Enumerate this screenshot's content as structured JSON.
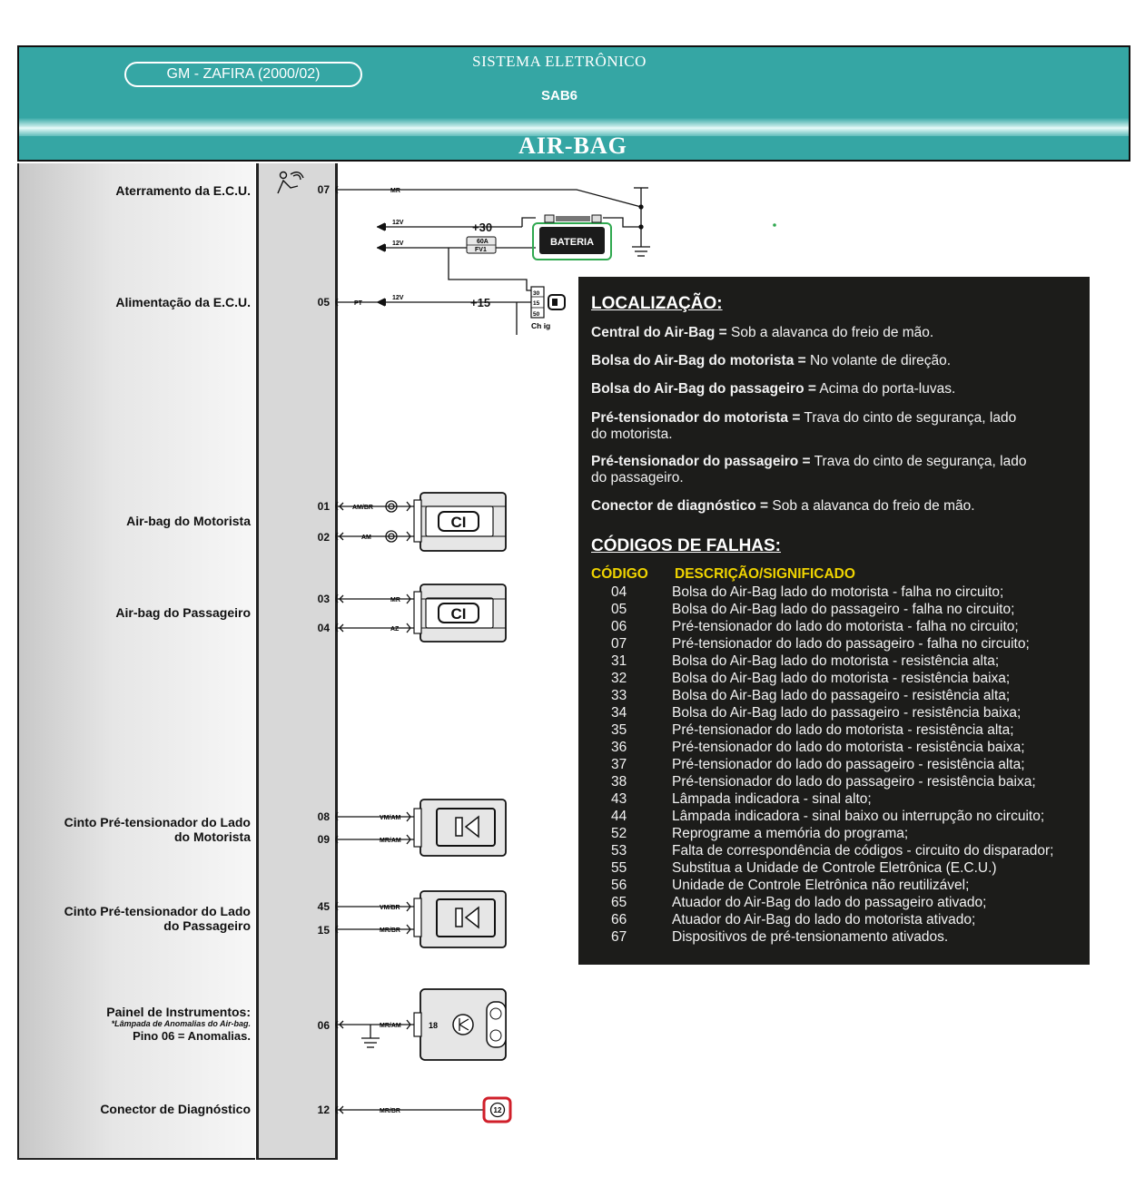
{
  "header": {
    "vehicle": "GM - ZAFIRA (2000/02)",
    "system": "SISTEMA ELETRÔNICO",
    "code": "SAB6",
    "module": "AIR-BAG"
  },
  "circuits": [
    {
      "label": [
        "Aterramento da E.C.U."
      ],
      "pins": [
        "07"
      ]
    },
    {
      "label": [
        "Alimentação da E.C.U."
      ],
      "pins": [
        "05"
      ]
    },
    {
      "label": [
        "Air-bag do Motorista"
      ],
      "pins": [
        "01",
        "02"
      ]
    },
    {
      "label": [
        "Air-bag do Passageiro"
      ],
      "pins": [
        "03",
        "04"
      ]
    },
    {
      "label": [
        "Cinto Pré-tensionador do Lado",
        "do Motorista"
      ],
      "pins": [
        "08",
        "09"
      ]
    },
    {
      "label": [
        "Cinto Pré-tensionador do Lado",
        "do Passageiro"
      ],
      "pins": [
        "45",
        "15"
      ]
    },
    {
      "label": [
        "Painel de Instrumentos:",
        "*Lâmpada de Anomalias do Air-bag.",
        "Pino 06 = Anomalias."
      ],
      "pins": [
        "06"
      ]
    },
    {
      "label": [
        "Conector de Diagnóstico"
      ],
      "pins": [
        "12"
      ]
    }
  ],
  "wiring": {
    "wire_colors": {
      "ground": "MR",
      "feed": "PT",
      "driver_airbag": [
        "AM/BR",
        "AM"
      ],
      "passenger_airbag": [
        "MR",
        "AZ"
      ],
      "driver_pretensioner": [
        "VM/AM",
        "MR/AM"
      ],
      "passenger_pretensioner": [
        "VM/BR",
        "MR/BR"
      ],
      "panel": "MR/AM",
      "diagnostic": "MR/BR"
    },
    "voltage": "12V",
    "terminal_30": "+30",
    "terminal_15": "+15",
    "battery": "BATERIA",
    "fuse_rating": "60A",
    "fuse_id": "FV1",
    "ignition_terminals": [
      "30",
      "15",
      "50"
    ],
    "ignition_label": "Ch ig",
    "panel_terminal": "18",
    "diagnostic_terminal": "12"
  },
  "localizacao": {
    "title": "LOCALIZAÇÃO:",
    "items": [
      {
        "label": "Central do Air-Bag =",
        "value": "Sob a alavanca do freio de mão."
      },
      {
        "label": "Bolsa do Air-Bag do motorista =",
        "value": "No volante de direção."
      },
      {
        "label": "Bolsa do Air-Bag do passageiro =",
        "value": "Acima do porta-luvas."
      },
      {
        "label": "Pré-tensionador do motorista =",
        "value": "Trava do cinto de segurança, lado",
        "value2": "do motorista."
      },
      {
        "label": "Pré-tensionador do passageiro =",
        "value": "Trava do cinto de segurança, lado",
        "value2": "do passageiro."
      },
      {
        "label": "Conector de diagnóstico =",
        "value": "Sob a alavanca do freio de mão."
      }
    ]
  },
  "codigos": {
    "title": "CÓDIGOS DE FALHAS:",
    "col_code": "CÓDIGO",
    "col_desc": "DESCRIÇÃO/SIGNIFICADO",
    "rows": [
      {
        "code": "04",
        "desc": "Bolsa do Air-Bag lado do motorista - falha no circuito;"
      },
      {
        "code": "05",
        "desc": "Bolsa do Air-Bag lado do passageiro - falha no circuito;"
      },
      {
        "code": "06",
        "desc": "Pré-tensionador do lado do motorista - falha no circuito;"
      },
      {
        "code": "07",
        "desc": "Pré-tensionador do lado do passageiro - falha no circuito;"
      },
      {
        "code": "31",
        "desc": "Bolsa do Air-Bag lado do motorista - resistência alta;"
      },
      {
        "code": "32",
        "desc": "Bolsa do Air-Bag lado do motorista - resistência baixa;"
      },
      {
        "code": "33",
        "desc": "Bolsa do Air-Bag lado do passageiro - resistência alta;"
      },
      {
        "code": "34",
        "desc": "Bolsa do Air-Bag lado do passageiro - resistência baixa;"
      },
      {
        "code": "35",
        "desc": "Pré-tensionador do lado do motorista - resistência alta;"
      },
      {
        "code": "36",
        "desc": "Pré-tensionador do lado do motorista - resistência baixa;"
      },
      {
        "code": "37",
        "desc": "Pré-tensionador do lado do passageiro - resistência alta;"
      },
      {
        "code": "38",
        "desc": "Pré-tensionador do lado do passageiro - resistência baixa;"
      },
      {
        "code": "43",
        "desc": "Lâmpada indicadora - sinal alto;"
      },
      {
        "code": "44",
        "desc": "Lâmpada indicadora - sinal baixo ou interrupção no circuito;"
      },
      {
        "code": "52",
        "desc": "Reprograme a memória do programa;"
      },
      {
        "code": "53",
        "desc": "Falta de correspondência de códigos - circuito do disparador;"
      },
      {
        "code": "55",
        "desc": "Substitua a Unidade de Controle Eletrônica (E.C.U.)"
      },
      {
        "code": "56",
        "desc": "Unidade de Controle Eletrônica não reutilizável;"
      },
      {
        "code": "65",
        "desc": "Atuador do Air-Bag do lado do passageiro ativado;"
      },
      {
        "code": "66",
        "desc": "Atuador do Air-Bag do lado do motorista ativado;"
      },
      {
        "code": "67",
        "desc": "Dispositivos de pré-tensionamento ativados."
      }
    ]
  }
}
